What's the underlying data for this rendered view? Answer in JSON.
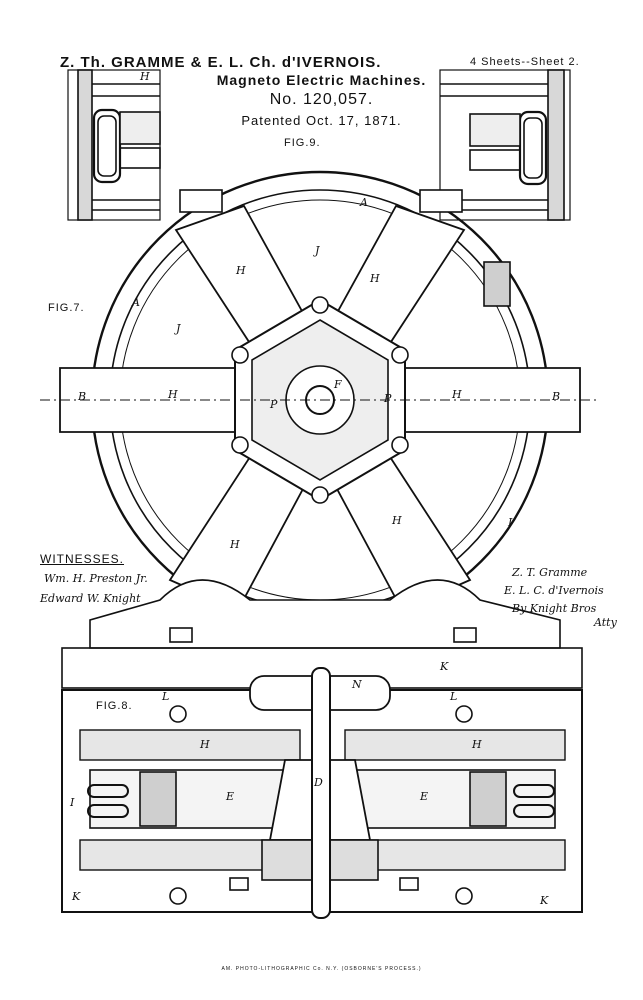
{
  "header": {
    "inventors": "Z. Th. GRAMME & E. L. Ch. d'IVERNOIS.",
    "sheet": "4 Sheets--Sheet 2.",
    "title": "Magneto Electric Machines.",
    "patent_number": "No. 120,057.",
    "patent_date": "Patented Oct. 17, 1871."
  },
  "figures": {
    "fig9": "FIG.9.",
    "fig7": "FIG.7.",
    "fig8": "FIG.8."
  },
  "witnesses": {
    "heading": "WITNESSES.",
    "sig1": "Wm. H. Preston Jr.",
    "sig2": "Edward W. Knight"
  },
  "inventor_signatures": {
    "sig1": "Z. T. Gramme",
    "sig2": "E. L. C. d'Ivernois",
    "sig3": "By Knight Bros",
    "sig4": "Atty"
  },
  "labels": {
    "H": "H",
    "J": "J",
    "A": "A",
    "B": "B",
    "F": "F",
    "P": "P",
    "I": "I",
    "K": "K",
    "L": "L",
    "N": "N",
    "D": "D",
    "E": "E"
  },
  "footer": "AM. PHOTO-LITHOGRAPHIC Co. N.Y. (OSBORNE'S PROCESS.)"
}
